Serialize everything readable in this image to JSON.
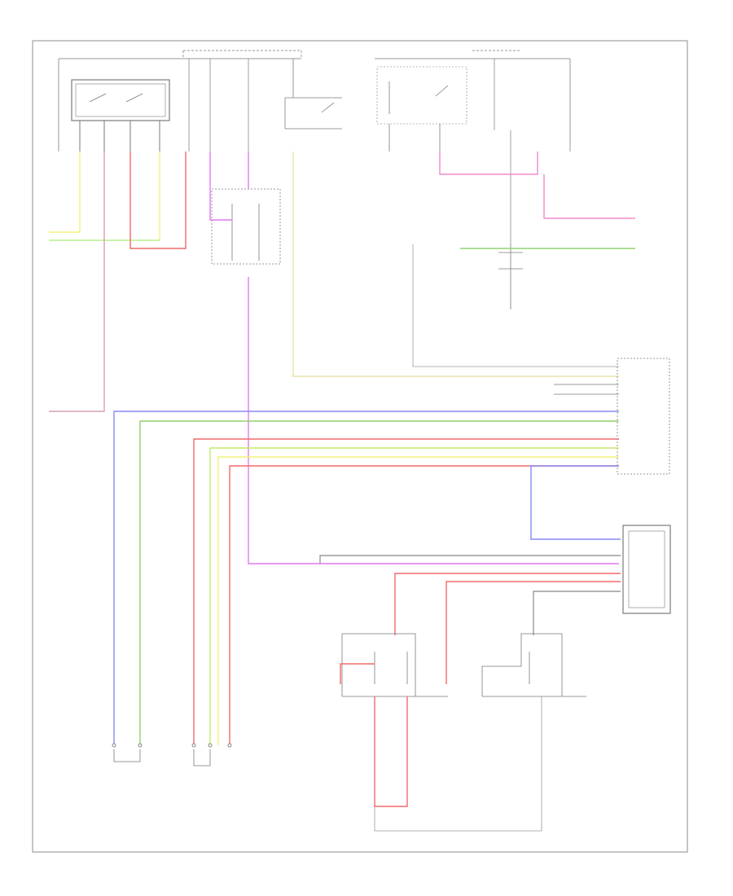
{
  "diagram": {
    "title": "",
    "corner_label": "",
    "colors": {
      "frame": "#666666",
      "wire_black": "#8a8a8a",
      "wire_yellow": "#f2f27a",
      "wire_yellow_green": "#c6ec6a",
      "wire_green": "#8fd46a",
      "wire_light_green": "#b8f08a",
      "wire_red": "#f26a6a",
      "wire_pink": "#f28ac8",
      "wire_violet": "#e07af2",
      "wire_blue": "#8a8af2",
      "wire_brown_pink": "#d9a0b0",
      "wire_tan": "#e8e4a8"
    },
    "components": [
      {
        "id": "cooling-fan-relay-module"
      },
      {
        "id": "fuse-block-top"
      },
      {
        "id": "ac-relay"
      },
      {
        "id": "ac-clutch-relay"
      },
      {
        "id": "fuse-f"
      },
      {
        "id": "splice-block"
      },
      {
        "id": "ac-pressure-sensor"
      },
      {
        "id": "pcm-connector"
      },
      {
        "id": "hvac-module"
      },
      {
        "id": "blend-door-relay-left"
      },
      {
        "id": "blend-door-relay-right"
      },
      {
        "id": "cooling-fan-motor"
      },
      {
        "id": "ac-pressure-transducer"
      },
      {
        "id": "engine-coolant-sensor"
      }
    ],
    "labels": []
  }
}
